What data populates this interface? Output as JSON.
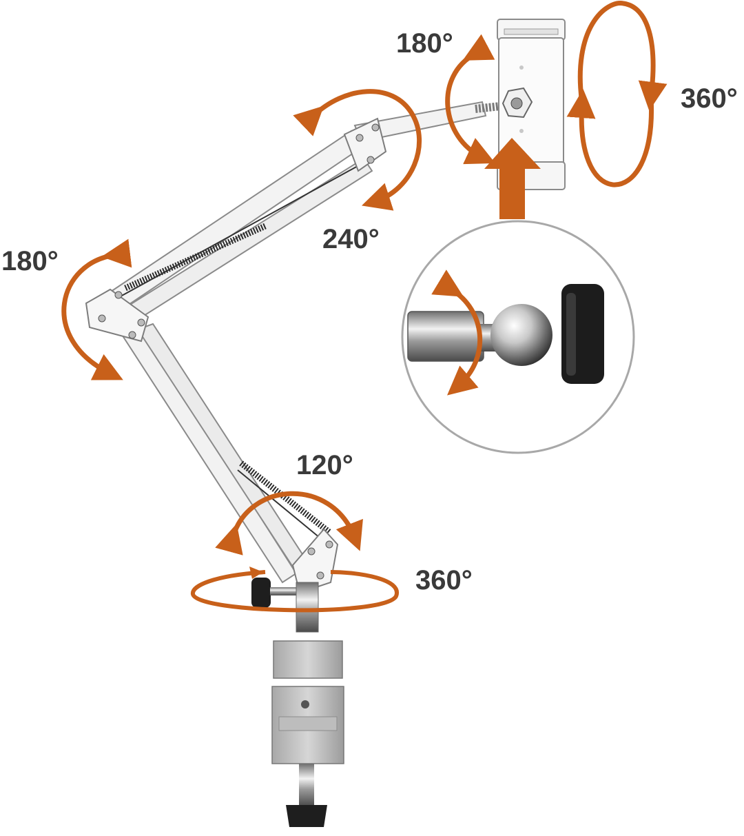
{
  "labels": {
    "holder_tilt": "180°",
    "holder_spin": "360°",
    "forearm_joint": "240°",
    "elbow_joint": "180°",
    "base_joint": "120°",
    "base_swivel": "360°"
  },
  "colors": {
    "arrow": "#c8601a",
    "arm": "#f3f3f3",
    "arm_outline": "#8a8a8a",
    "metal": "#b9b9b9",
    "knob": "#1e1e1e",
    "label": "#3a3a3a"
  }
}
